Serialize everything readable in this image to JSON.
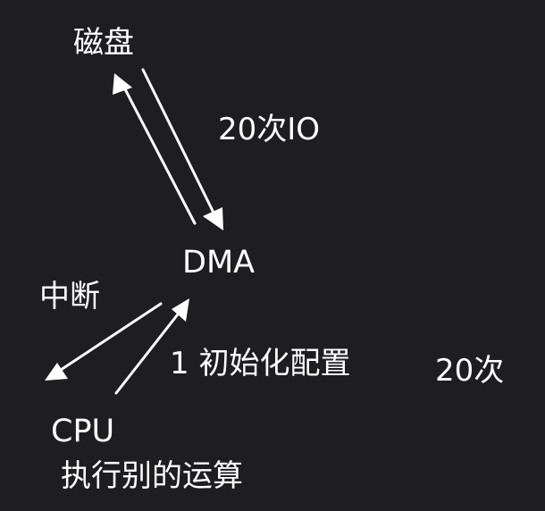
{
  "colors": {
    "background": "#1e1d20",
    "foreground": "#ffffff"
  },
  "nodes": {
    "disk": "磁盘",
    "dma": "DMA",
    "cpu": "CPU"
  },
  "labels": {
    "io_count": "20次IO",
    "interrupt": "中断",
    "init_config": "1 初始化配置",
    "count_right": "20次",
    "cpu_other_work": "执行别的运算"
  }
}
